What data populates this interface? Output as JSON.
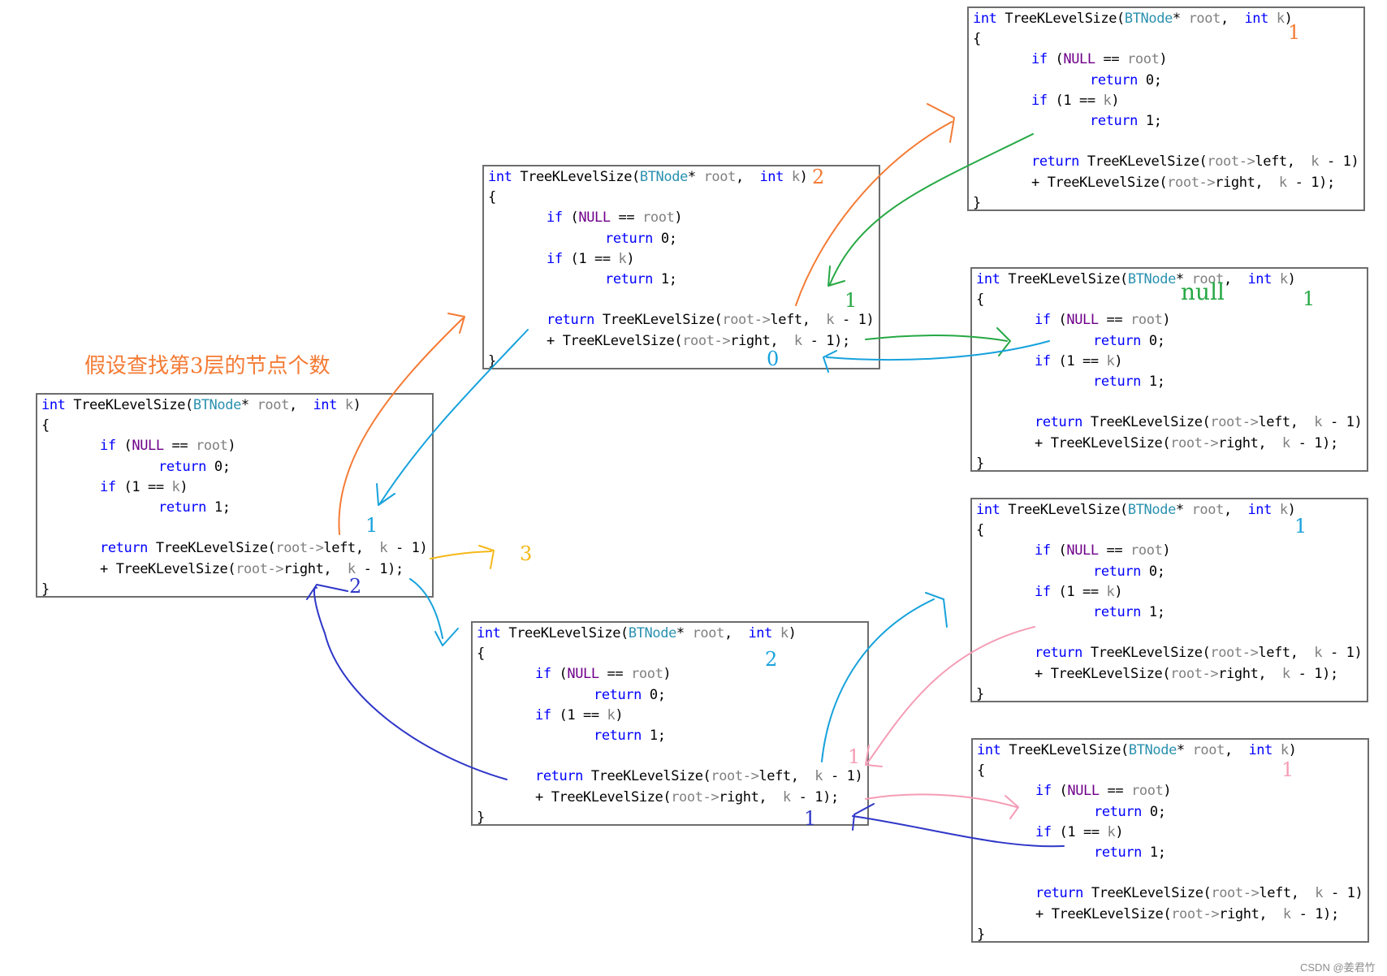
{
  "title": "假设查找第3层的节点个数",
  "watermark": "CSDN @姜君竹",
  "code": {
    "sig_int": "int",
    "sig_name": "TreeKLevelSize(",
    "sig_type": "BTNode",
    "sig_star": "*",
    "sig_root": "root",
    "sig_comma": ",",
    "sig_k": "k",
    "sig_close": ")",
    "open_brace": "{",
    "close_brace": "}",
    "if_kw": "if",
    "null_open": "(",
    "null_kw": "NULL",
    "eq": "==",
    "root_word": "root",
    "paren_close": ")",
    "return_kw": "return",
    "ret0": "0;",
    "one_open": "(1",
    "ret1": "1;",
    "call_name": "TreeKLevelSize(",
    "root_left": "root->",
    "left_word": "left,",
    "k_word": "k",
    "minus_one": "- 1)",
    "plus": "+",
    "root_right": "root->",
    "right_word": "right,",
    "minus_one_end": "- 1);"
  },
  "annotations": [
    {
      "text": "1",
      "color": "#f47b35"
    },
    {
      "text": "2",
      "color": "#f47b35"
    },
    {
      "text": "1",
      "color": "#26a844"
    },
    {
      "text": "0",
      "color": "#17a2dc"
    },
    {
      "text": "null",
      "color": "#26a844"
    },
    {
      "text": "1",
      "color": "#26a844"
    },
    {
      "text": "1",
      "color": "#17a2dc"
    },
    {
      "text": "3",
      "color": "#f5b818"
    },
    {
      "text": "2",
      "color": "#2f37c8"
    },
    {
      "text": "2",
      "color": "#17a2dc"
    },
    {
      "text": "1",
      "color": "#2f37c8"
    },
    {
      "text": "1",
      "color": "#f59cb5"
    },
    {
      "text": "1",
      "color": "#17a2dc"
    },
    {
      "text": "1",
      "color": "#f59cb5"
    }
  ],
  "colors": {
    "orange": "#f47b35",
    "green": "#26a844",
    "blue": "#17a2dc",
    "yellow": "#f5b818",
    "navy": "#2f37c8",
    "pink": "#f59cb5"
  }
}
